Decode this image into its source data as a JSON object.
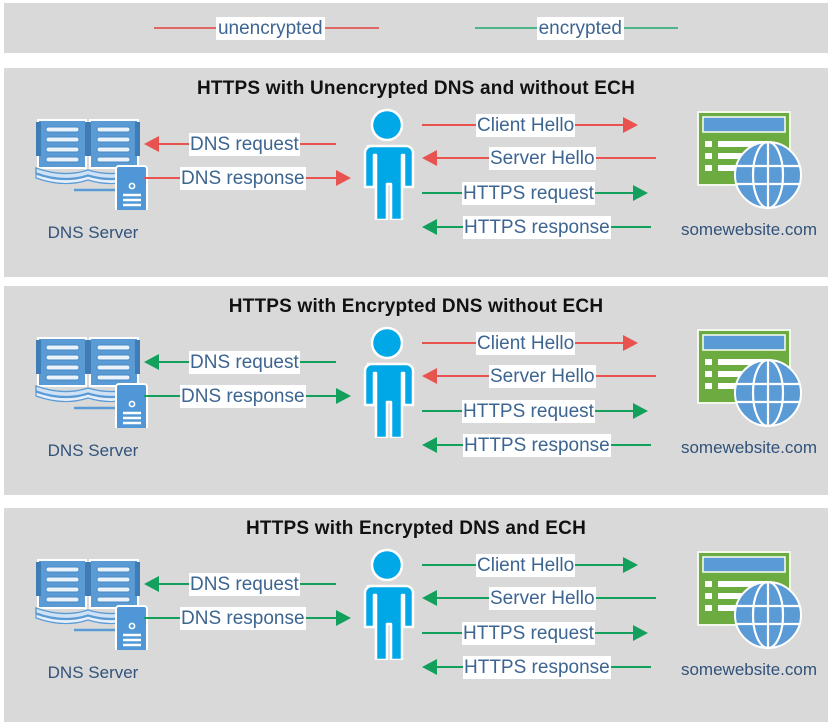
{
  "legend": {
    "items": [
      {
        "label": "unencrypted",
        "color": "#e06666",
        "icon": "legend-line-unencrypted"
      },
      {
        "label": "encrypted",
        "color": "#4eb489",
        "icon": "legend-line-encrypted"
      }
    ]
  },
  "colors": {
    "panel_background": "#d9d9d9",
    "page_background": "#ffffff",
    "unencrypted": "#e8534f",
    "encrypted": "#13a05c",
    "label_text": "#3d6591",
    "caption_text": "#31527a",
    "title_text": "#111111",
    "person": "#00a8e8",
    "dns_book": "#5b9bd5",
    "site_green": "#6cab3f",
    "site_titlebar": "#5b9bd5",
    "globe": "#5b9bd5"
  },
  "nodes": {
    "dns_server": {
      "caption": "DNS Server",
      "icon": "dns-server-icon"
    },
    "client": {
      "icon": "person-icon"
    },
    "website": {
      "caption": "somewebsite.com",
      "icon": "website-globe-icon"
    }
  },
  "panels": [
    {
      "id": "panel-1",
      "title": "HTTPS with Unencrypted DNS and without ECH",
      "dns_messages": [
        {
          "label": "DNS request",
          "direction": "left",
          "encrypted": false
        },
        {
          "label": "DNS response",
          "direction": "right",
          "encrypted": false
        }
      ],
      "https_messages": [
        {
          "label": "Client Hello",
          "direction": "right",
          "encrypted": false
        },
        {
          "label": "Server Hello",
          "direction": "left",
          "encrypted": false
        },
        {
          "label": "HTTPS request",
          "direction": "right",
          "encrypted": true
        },
        {
          "label": "HTTPS response",
          "direction": "left",
          "encrypted": true
        }
      ]
    },
    {
      "id": "panel-2",
      "title": "HTTPS with Encrypted DNS without ECH",
      "dns_messages": [
        {
          "label": "DNS request",
          "direction": "left",
          "encrypted": true
        },
        {
          "label": "DNS response",
          "direction": "right",
          "encrypted": true
        }
      ],
      "https_messages": [
        {
          "label": "Client Hello",
          "direction": "right",
          "encrypted": false
        },
        {
          "label": "Server Hello",
          "direction": "left",
          "encrypted": false
        },
        {
          "label": "HTTPS request",
          "direction": "right",
          "encrypted": true
        },
        {
          "label": "HTTPS response",
          "direction": "left",
          "encrypted": true
        }
      ]
    },
    {
      "id": "panel-3",
      "title": "HTTPS with Encrypted DNS and ECH",
      "dns_messages": [
        {
          "label": "DNS request",
          "direction": "left",
          "encrypted": true
        },
        {
          "label": "DNS response",
          "direction": "right",
          "encrypted": true
        }
      ],
      "https_messages": [
        {
          "label": "Client Hello",
          "direction": "right",
          "encrypted": true
        },
        {
          "label": "Server Hello",
          "direction": "left",
          "encrypted": true
        },
        {
          "label": "HTTPS request",
          "direction": "right",
          "encrypted": true
        },
        {
          "label": "HTTPS response",
          "direction": "left",
          "encrypted": true
        }
      ]
    }
  ]
}
